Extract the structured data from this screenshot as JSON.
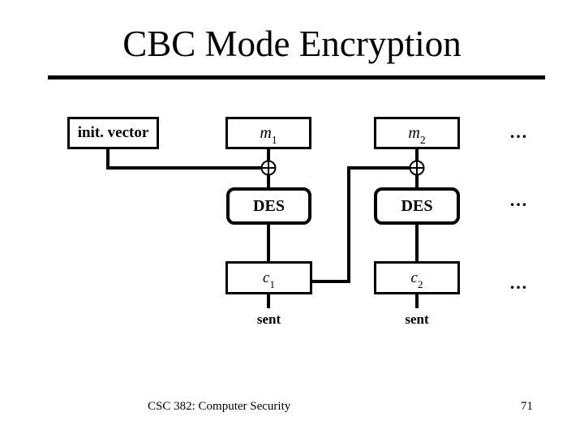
{
  "slide": {
    "title": "CBC Mode Encryption",
    "footer_left": "CSC 382: Computer Security",
    "page_number": "71"
  },
  "diagram": {
    "init_vector_label": "init. vector",
    "xor_symbol": "⊕",
    "ellipsis": "…",
    "columns": [
      {
        "message_base": "m",
        "message_sub": "1",
        "cipher_label": "DES",
        "output_base": "c",
        "output_sub": "1",
        "sent_label": "sent"
      },
      {
        "message_base": "m",
        "message_sub": "2",
        "cipher_label": "DES",
        "output_base": "c",
        "output_sub": "2",
        "sent_label": "sent"
      }
    ]
  },
  "colors": {
    "background": "#ffffff",
    "ink": "#000000"
  }
}
